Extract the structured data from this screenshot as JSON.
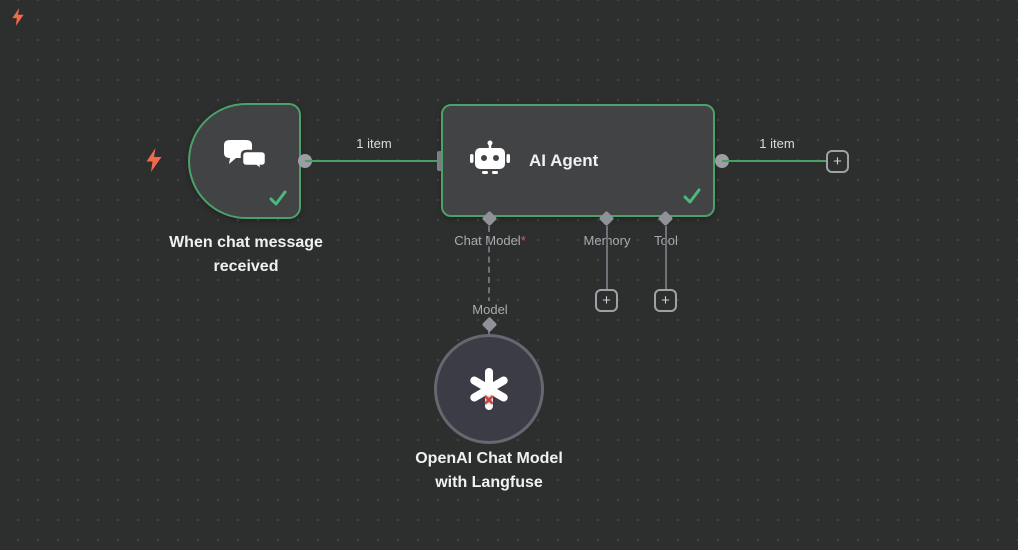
{
  "canvas": {
    "background": "#2d2e2e",
    "accent_green": "#4ca16b"
  },
  "nodes": {
    "trigger": {
      "label": "When chat message received",
      "status": "success"
    },
    "agent": {
      "title": "AI Agent",
      "status": "success",
      "ports": {
        "chat_model": {
          "label": "Chat Model",
          "required_marker": "*"
        },
        "memory": {
          "label": "Memory"
        },
        "tool": {
          "label": "Tool"
        }
      }
    },
    "model": {
      "label": "OpenAI Chat Model with Langfuse",
      "connection_label": "Model",
      "status": "error"
    }
  },
  "connections": {
    "trigger_to_agent": {
      "label": "1 item"
    },
    "agent_output": {
      "label": "1 item"
    }
  },
  "buttons": {
    "plus": "+"
  }
}
